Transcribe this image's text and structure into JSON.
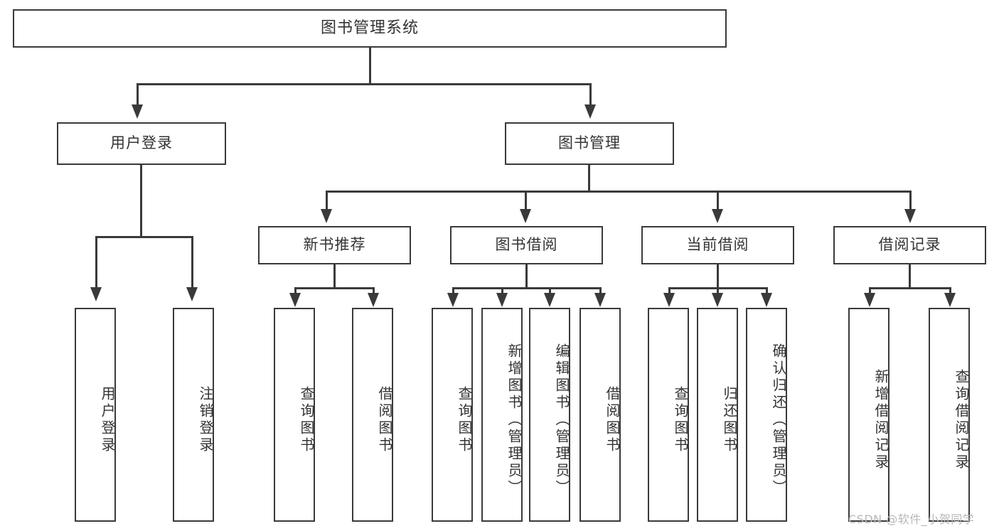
{
  "diagram": {
    "type": "tree-hierarchy",
    "title": "图书管理系统",
    "root": {
      "label": "图书管理系统"
    },
    "level2": [
      {
        "label": "用户登录"
      },
      {
        "label": "图书管理"
      }
    ],
    "level3": [
      {
        "label": "新书推荐"
      },
      {
        "label": "图书借阅"
      },
      {
        "label": "当前借阅"
      },
      {
        "label": "借阅记录"
      }
    ],
    "leaves": {
      "user_login": [
        {
          "label": "用户登录"
        },
        {
          "label": "注销登录"
        }
      ],
      "new_book_recommend": [
        {
          "label": "查询图书"
        },
        {
          "label": "借阅图书"
        }
      ],
      "book_borrow": [
        {
          "label": "查询图书"
        },
        {
          "label": "新增图书（管理员）"
        },
        {
          "label": "编辑图书（管理员）"
        },
        {
          "label": "借阅图书"
        }
      ],
      "current_borrow": [
        {
          "label": "查询图书"
        },
        {
          "label": "归还图书"
        },
        {
          "label": "确认归还（管理员）"
        }
      ],
      "borrow_record": [
        {
          "label": "新增借阅记录"
        },
        {
          "label": "查询借阅记录"
        }
      ]
    }
  },
  "watermark": {
    "text": "CSDN @软件_小贺同学"
  },
  "colors": {
    "stroke": "#3a3a3a",
    "text": "#333333",
    "background": "#ffffff",
    "watermark": "#b8b8b8"
  }
}
